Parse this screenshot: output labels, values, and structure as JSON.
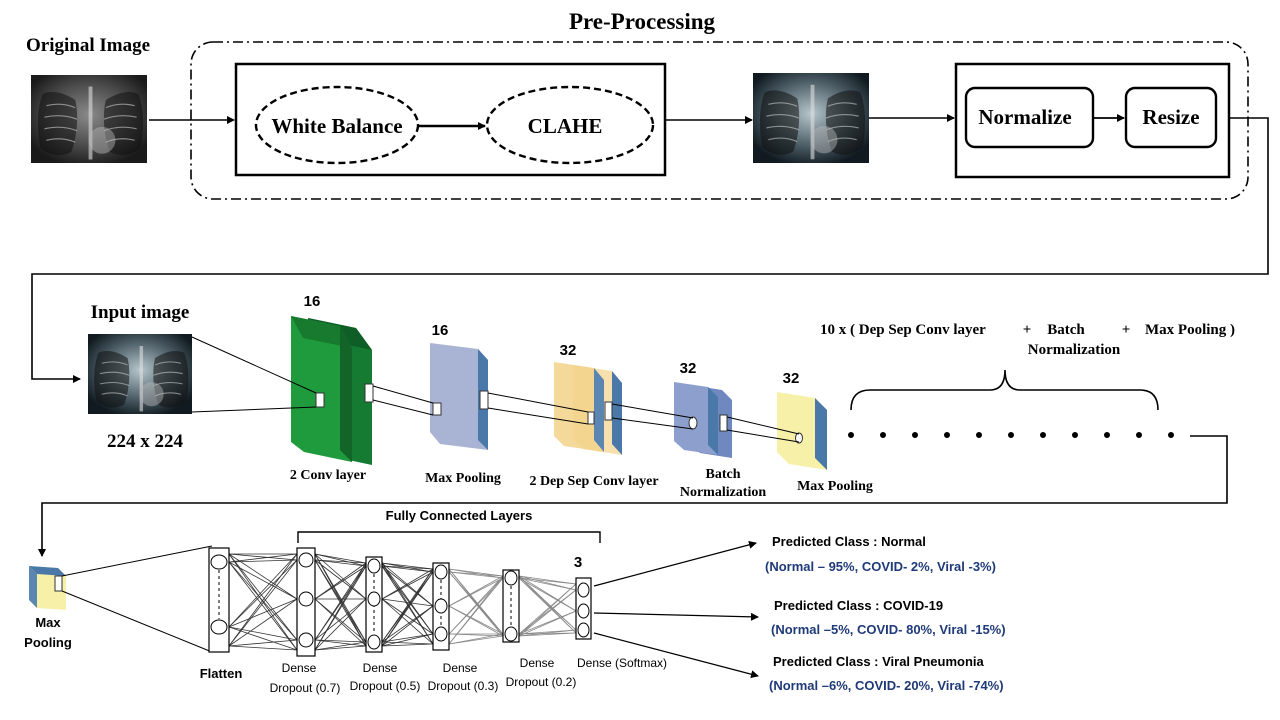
{
  "preprocessing": {
    "title": "Pre-Processing",
    "original_image_label": "Original Image",
    "white_balance": "White Balance",
    "clahe": "CLAHE",
    "normalize": "Normalize",
    "resize": "Resize"
  },
  "network": {
    "input_label": "Input image",
    "input_size": "224 x 224",
    "conv": {
      "count": "16",
      "label": "2 Conv layer"
    },
    "maxpool1": {
      "count": "16",
      "label": "Max Pooling"
    },
    "depsep": {
      "count": "32",
      "label": "2 Dep Sep Conv layer"
    },
    "batchnorm": {
      "count": "32",
      "label_line1": "Batch",
      "label_line2": "Normalization"
    },
    "maxpool2": {
      "count": "32",
      "label": "Max Pooling"
    },
    "repeat": {
      "part1": "10 x ( Dep Sep Conv layer",
      "plus1": "+",
      "batch_line1": "Batch",
      "batch_line2": "Normalization",
      "plus2": "+",
      "part3": "Max Pooling )"
    }
  },
  "classifier": {
    "maxpool_line1": "Max",
    "maxpool_line2": "Pooling",
    "fully_connected": "Fully Connected Layers",
    "flatten": "Flatten",
    "dense1": "Dense",
    "dropout1": "Dropout (0.7)",
    "dense2": "Dense",
    "dropout2": "Dropout (0.5)",
    "dense3": "Dense",
    "dropout3": "Dropout (0.3)",
    "dense4": "Dense",
    "dropout4": "Dropout (0.2)",
    "output_count": "3",
    "softmax": "Dense (Softmax)"
  },
  "predictions": [
    {
      "title": "Predicted Class : Normal",
      "detail": "(Normal – 95%, COVID- 2%, Viral -3%)"
    },
    {
      "title": "Predicted Class : COVID-19",
      "detail": "(Normal –5%, COVID- 80%, Viral -15%)"
    },
    {
      "title": "Predicted Class : Viral Pneumonia",
      "detail": "(Normal –6%, COVID- 20%, Viral -74%)"
    }
  ],
  "colors": {
    "conv_green": "#1f9a3c",
    "maxpool_lavender": "#a9b3d3",
    "depsep_tan": "#f3d28a",
    "batchnorm_blue": "#8d9fcc",
    "maxpool_yellow": "#f6f0a8",
    "prediction_blue": "#1f3a78",
    "edge_blue": "#4a78a8"
  }
}
